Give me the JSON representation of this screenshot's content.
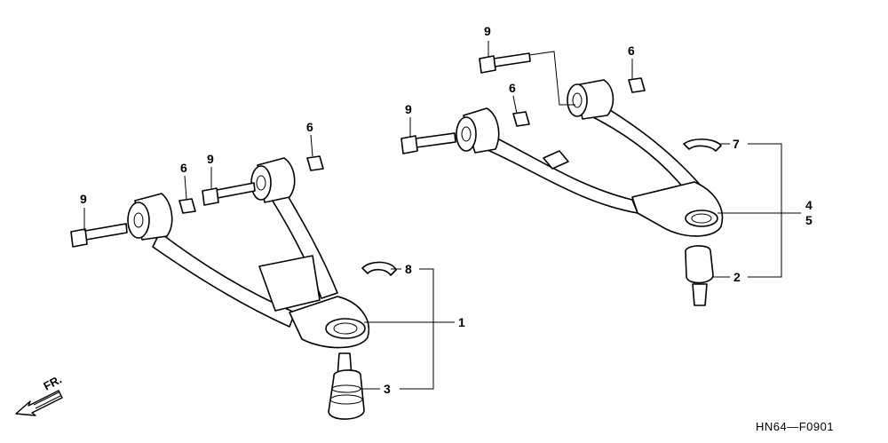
{
  "callouts": {
    "c9a": "9",
    "c9b": "9",
    "c9c": "9",
    "c9d": "9",
    "c6a": "6",
    "c6b": "6",
    "c6c": "6",
    "c6d": "6",
    "c7": "7",
    "c4": "4",
    "c5": "5",
    "c2": "2",
    "c8": "8",
    "c1": "1",
    "c3": "3"
  },
  "footer": {
    "direction_label": "FR.",
    "drawing_code": "HN64—F0901"
  }
}
